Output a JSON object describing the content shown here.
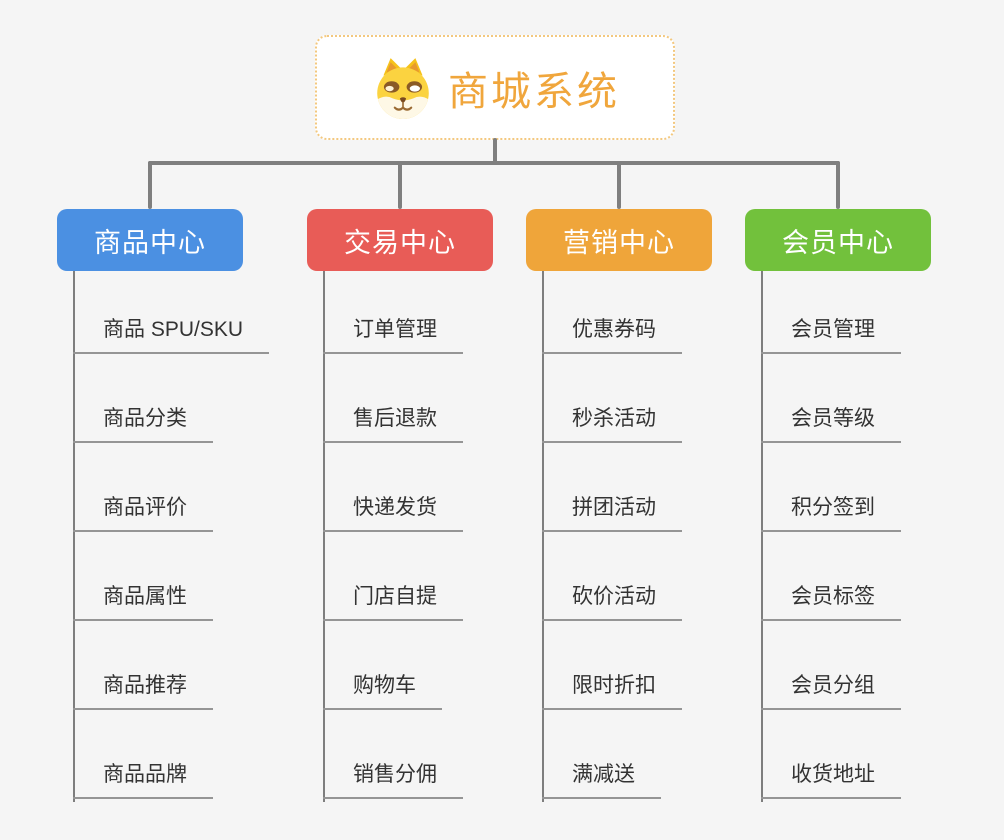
{
  "root": {
    "label": "商城系统",
    "icon": "shiba-dog-icon"
  },
  "branches": [
    {
      "label": "商品中心",
      "color": "#4b90e2",
      "items": [
        "商品 SPU/SKU",
        "商品分类",
        "商品评价",
        "商品属性",
        "商品推荐",
        "商品品牌"
      ]
    },
    {
      "label": "交易中心",
      "color": "#e85c57",
      "items": [
        "订单管理",
        "售后退款",
        "快递发货",
        "门店自提",
        "购物车",
        "销售分佣"
      ]
    },
    {
      "label": "营销中心",
      "color": "#efa53a",
      "items": [
        "优惠券码",
        "秒杀活动",
        "拼团活动",
        "砍价活动",
        "限时折扣",
        "满减送"
      ]
    },
    {
      "label": "会员中心",
      "color": "#72c13c",
      "items": [
        "会员管理",
        "会员等级",
        "积分签到",
        "会员标签",
        "会员分组",
        "收货地址"
      ]
    }
  ],
  "colors": {
    "bg": "#f5f5f5",
    "connector": "#7f7f7f",
    "trunk": "#7e7e7e",
    "underline": "#959595",
    "item_text": "#333333",
    "root_text": "#f0a63c",
    "root_border": "#f3c87f"
  }
}
